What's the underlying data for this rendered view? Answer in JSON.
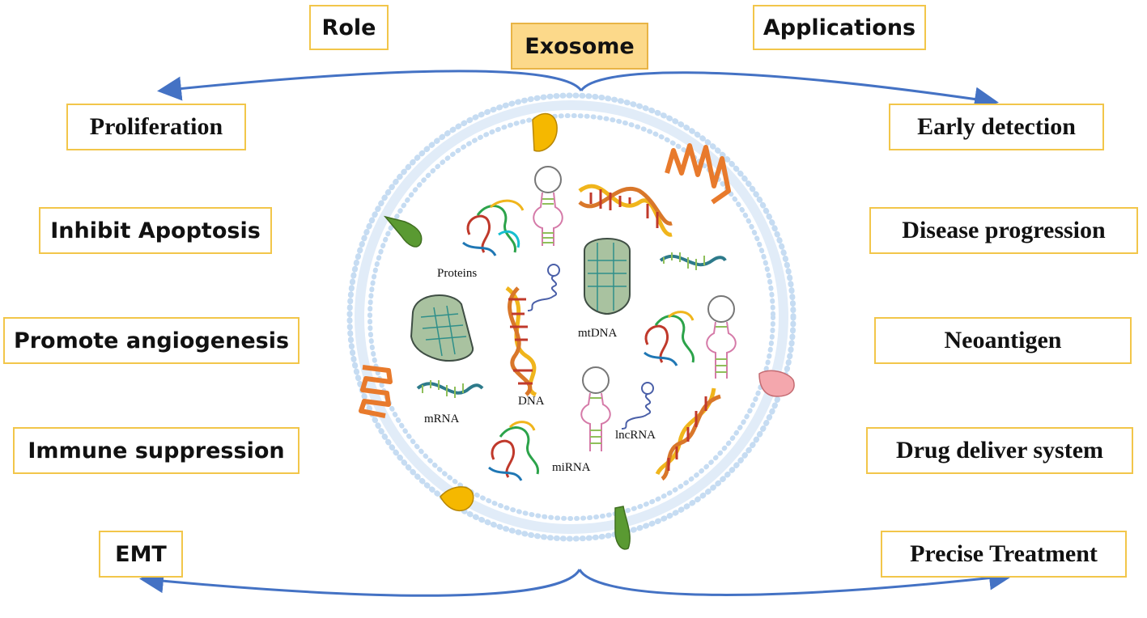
{
  "title": "Exosome",
  "role": {
    "heading": "Role",
    "items": [
      "Proliferation",
      "Inhibit Apoptosis",
      "Promote angiogenesis",
      "Immune suppression",
      "EMT"
    ]
  },
  "applications": {
    "heading": "Applications",
    "items": [
      "Early detection",
      "Disease progression",
      "Neoantigen",
      "Drug deliver system",
      "Precise Treatment"
    ]
  },
  "cargo_labels": {
    "proteins": "Proteins",
    "mtdna": "mtDNA",
    "dna": "DNA",
    "mrna": "mRNA",
    "mirna": "miRNA",
    "lncrna": "lncRNA"
  },
  "colors": {
    "box_border": "#f2c64a",
    "title_fill": "#fcd98a",
    "arrow": "#4472c4",
    "membrane": "#b9d4ee"
  }
}
